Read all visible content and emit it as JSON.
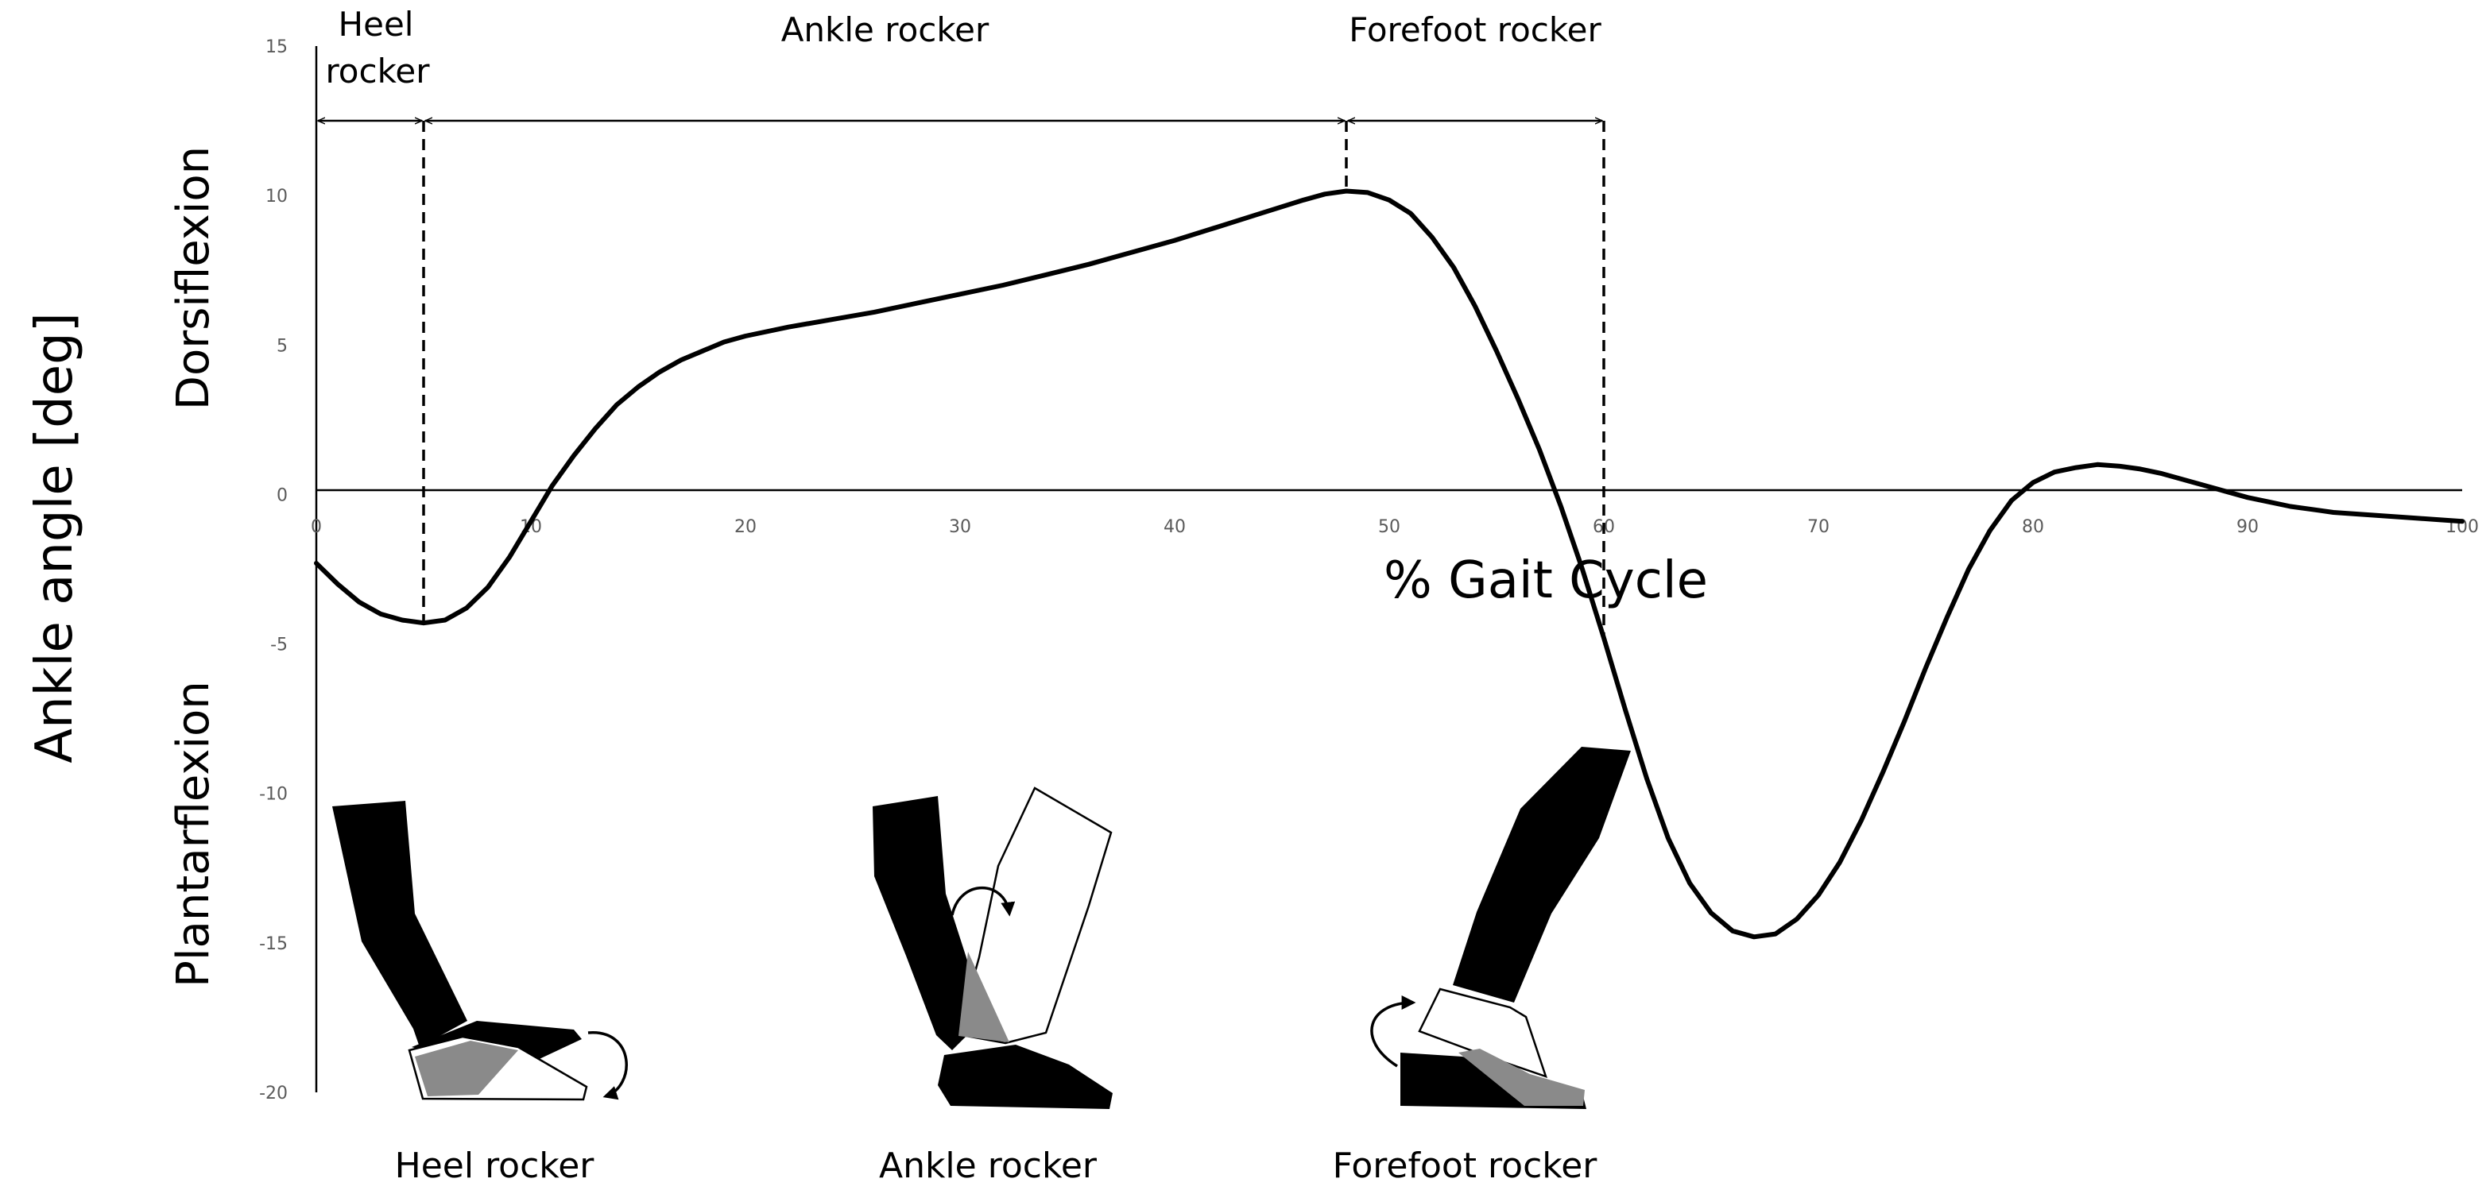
{
  "chart_data": {
    "type": "line",
    "ylabel": "Ankle angle [deg]",
    "xlabel": "% Gait Cycle",
    "direction_labels": {
      "upper": "Dorsiflexion",
      "lower": "Plantarflexion"
    },
    "xlim": [
      0,
      100
    ],
    "ylim": [
      -20,
      15
    ],
    "x_ticks": [
      "0",
      "10",
      "20",
      "30",
      "40",
      "50",
      "60",
      "70",
      "80",
      "90",
      "100"
    ],
    "y_ticks": [
      "15",
      "10",
      "5",
      "0",
      "-5",
      "-10",
      "-15",
      "-20"
    ],
    "grid": false,
    "series": [
      {
        "x": [
          0,
          1,
          2,
          3,
          4,
          5,
          6,
          7,
          8,
          9,
          10,
          11,
          12,
          13,
          14,
          15,
          16,
          17,
          18,
          19,
          20,
          22,
          24,
          26,
          28,
          30,
          32,
          34,
          36,
          38,
          40,
          42,
          44,
          46,
          47,
          48,
          49,
          50,
          51,
          52,
          53,
          54,
          55,
          56,
          57,
          58,
          59,
          60,
          61,
          62,
          63,
          64,
          65,
          66,
          67,
          68,
          69,
          70,
          71,
          72,
          73,
          74,
          75,
          76,
          77,
          78,
          79,
          80,
          81,
          82,
          83,
          84,
          85,
          86,
          87,
          88,
          89,
          90,
          91,
          92,
          93,
          94,
          95,
          96,
          97,
          98,
          99,
          100
        ],
        "values": [
          -2.3,
          -3.0,
          -3.6,
          -4.0,
          -4.2,
          -4.3,
          -4.2,
          -3.8,
          -3.1,
          -2.1,
          -0.9,
          0.3,
          1.3,
          2.2,
          3.0,
          3.6,
          4.1,
          4.5,
          4.8,
          5.1,
          5.3,
          5.6,
          5.85,
          6.1,
          6.4,
          6.7,
          7.0,
          7.35,
          7.7,
          8.1,
          8.5,
          8.95,
          9.4,
          9.85,
          10.05,
          10.15,
          10.1,
          9.85,
          9.4,
          8.6,
          7.6,
          6.3,
          4.8,
          3.2,
          1.5,
          -0.4,
          -2.5,
          -4.8,
          -7.2,
          -9.5,
          -11.5,
          -13.0,
          -14.0,
          -14.6,
          -14.8,
          -14.7,
          -14.2,
          -13.4,
          -12.3,
          -10.9,
          -9.3,
          -7.6,
          -5.8,
          -4.1,
          -2.5,
          -1.2,
          -0.2,
          0.4,
          0.75,
          0.9,
          1.0,
          0.95,
          0.85,
          0.7,
          0.5,
          0.3,
          0.1,
          -0.1,
          -0.25,
          -0.4,
          -0.5,
          -0.6,
          -0.65,
          -0.7,
          -0.75,
          -0.8,
          -0.85,
          -0.9
        ]
      }
    ],
    "phases": [
      {
        "label_line1": "Heel",
        "label_line2": "rocker",
        "start": 0,
        "end": 5
      },
      {
        "label_line1": "Ankle rocker",
        "start": 5,
        "end": 48
      },
      {
        "label_line1": "Forefoot rocker",
        "start": 48,
        "end": 60
      }
    ],
    "illustration_captions": [
      "Heel rocker",
      "Ankle rocker",
      "Forefoot rocker"
    ]
  }
}
